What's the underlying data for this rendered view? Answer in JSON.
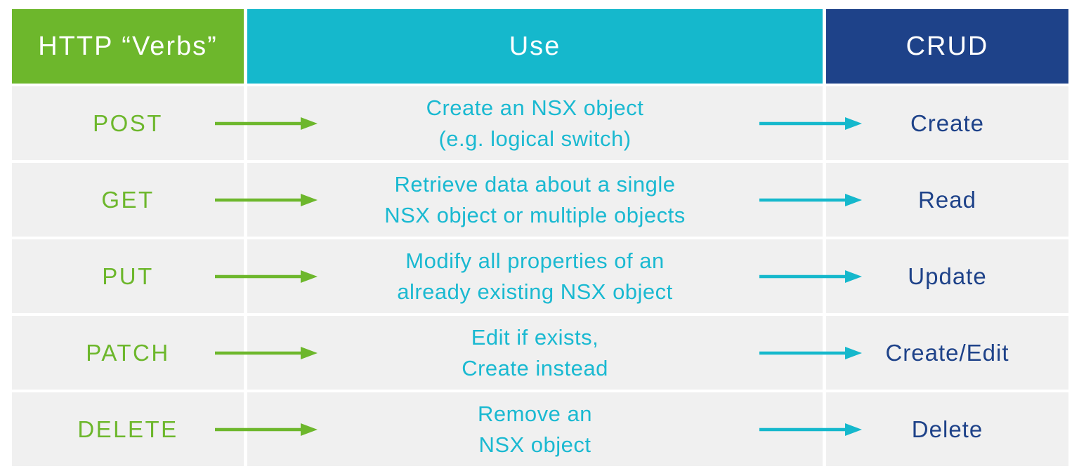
{
  "colors": {
    "green": "#6db72c",
    "cyan": "#15b8cc",
    "navy": "#1e4289",
    "row_bg": "#f0f0f0",
    "page_bg": "#ffffff",
    "header_text": "#ffffff",
    "use_text": "#1ab9d1"
  },
  "headers": [
    {
      "label": "HTTP “Verbs”"
    },
    {
      "label": "Use"
    },
    {
      "label": "CRUD"
    }
  ],
  "rows": [
    {
      "verb": "POST",
      "use_line1": "Create an NSX object",
      "use_line2": "(e.g. logical switch)",
      "crud": "Create"
    },
    {
      "verb": "GET",
      "use_line1": "Retrieve data about a single",
      "use_line2": "NSX object or multiple objects",
      "crud": "Read"
    },
    {
      "verb": "PUT",
      "use_line1": "Modify all properties of an",
      "use_line2": "already existing NSX object",
      "crud": "Update"
    },
    {
      "verb": "PATCH",
      "use_line1": "Edit if exists,",
      "use_line2": "Create instead",
      "crud": "Create/Edit"
    },
    {
      "verb": "DELETE",
      "use_line1": "Remove an",
      "use_line2": "NSX object",
      "crud": "Delete"
    }
  ]
}
